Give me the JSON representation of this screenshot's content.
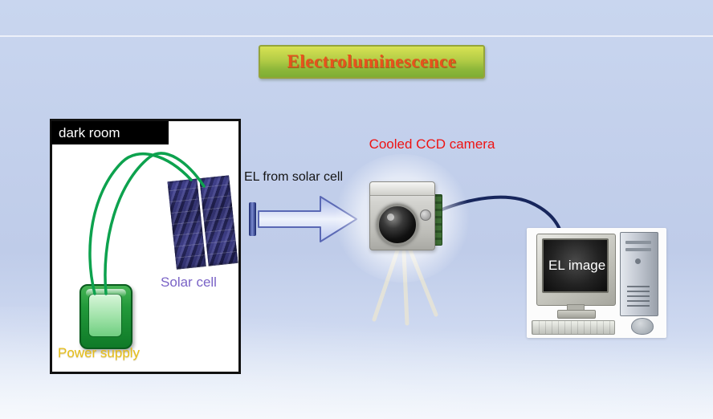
{
  "slide": {
    "title": "Electroluminescence"
  },
  "dark_room": {
    "label": "dark room"
  },
  "solar_cell": {
    "label": "Solar cell"
  },
  "power_supply": {
    "label": "Power supply"
  },
  "el_arrow": {
    "label": "EL from solar cell"
  },
  "ccd_camera": {
    "label": "Cooled CCD camera"
  },
  "computer": {
    "screen_label": "EL image"
  },
  "images": {
    "solar_cell_image": "solar-cell-panel-photo",
    "power_supply_image": "green-power-supply-device",
    "ccd_camera_image": "cooled-ccd-camera-on-tripod",
    "computer_image": "desktop-pc-with-monitor-tower-keyboard-mouse"
  },
  "colors": {
    "background_top": "#c9d6ef",
    "background_bottom": "#edf2fa",
    "title_text": "#e8521c",
    "title_banner_top": "#d7e253",
    "title_banner_bottom": "#7fae34",
    "title_banner_border": "#94a43a",
    "dark_room_bar": "#000000",
    "solar_cell_label": "#7a63c6",
    "power_supply_label": "#e6be18",
    "power_supply_green": "#22993a",
    "camera_label": "#ee1313",
    "wire_green": "#0da24e",
    "cable_navy": "#17265c",
    "arrow_fill_light": "#eef2fc",
    "arrow_outline": "#5a68b4"
  }
}
